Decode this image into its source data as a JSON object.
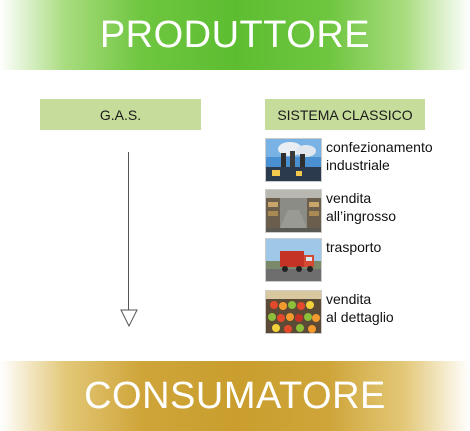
{
  "top_banner": {
    "label": "PRODUTTORE"
  },
  "bottom_banner": {
    "label": "CONSUMATORE"
  },
  "left_column": {
    "title": "G.A.S."
  },
  "right_column": {
    "title": "SISTEMA CLASSICO",
    "steps": [
      {
        "line1": "confezionamento",
        "line2": "industriale",
        "icon": "factory-icon"
      },
      {
        "line1": "vendita",
        "line2": "all’ingrosso",
        "icon": "warehouse-icon"
      },
      {
        "line1": "trasporto",
        "line2": "",
        "icon": "truck-icon"
      },
      {
        "line1": "vendita",
        "line2": "al dettaglio",
        "icon": "grocery-display-icon"
      }
    ]
  },
  "colors": {
    "producer_green": "#5dbd31",
    "consumer_gold": "#c99e2e",
    "label_box_green": "#c6dc9a"
  }
}
